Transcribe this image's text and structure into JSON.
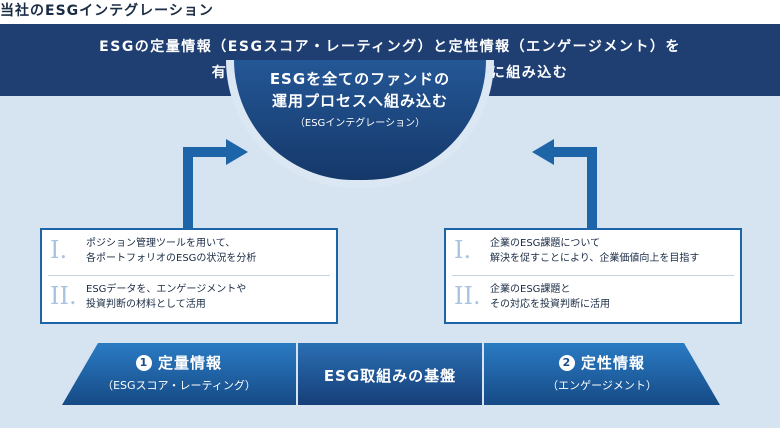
{
  "page_title": "当社のESGインテグレーション",
  "banner": {
    "line1": "ESGの定量情報（ESGスコア・レーティング）と定性情報（エンゲージメント）を",
    "line2": "有機的に全てのファンドの運用プロセスに組み込む"
  },
  "dome": {
    "line1": "ESGを全てのファンドの",
    "line2": "運用プロセスへ組み込む",
    "line3": "（ESGインテグレーション）"
  },
  "left_box": {
    "items": [
      {
        "numeral": "I.",
        "line1": "ポジション管理ツールを用いて、",
        "line2": "各ポートフォリオのESGの状況を分析"
      },
      {
        "numeral": "II.",
        "line1": "ESGデータを、エンゲージメントや",
        "line2": "投資判断の材料として活用"
      }
    ]
  },
  "right_box": {
    "items": [
      {
        "numeral": "I.",
        "line1": "企業のESG課題について",
        "line2": "解決を促すことにより、企業価値向上を目指す"
      },
      {
        "numeral": "II.",
        "line1": "企業のESG課題と",
        "line2": "その対応を投資判断に活用"
      }
    ]
  },
  "foundation": {
    "left": {
      "number": "1",
      "title": "定量情報",
      "subtitle": "（ESGスコア・レーティング）"
    },
    "center": {
      "title": "ESG取組みの基盤"
    },
    "right": {
      "number": "2",
      "title": "定性情報",
      "subtitle": "（エンゲージメント）"
    }
  },
  "colors": {
    "banner_bg": "#1f3f73",
    "panel_bg": "#d6e4f2",
    "accent_blue": "#1e64a8",
    "dome_blue": "#15386a"
  }
}
